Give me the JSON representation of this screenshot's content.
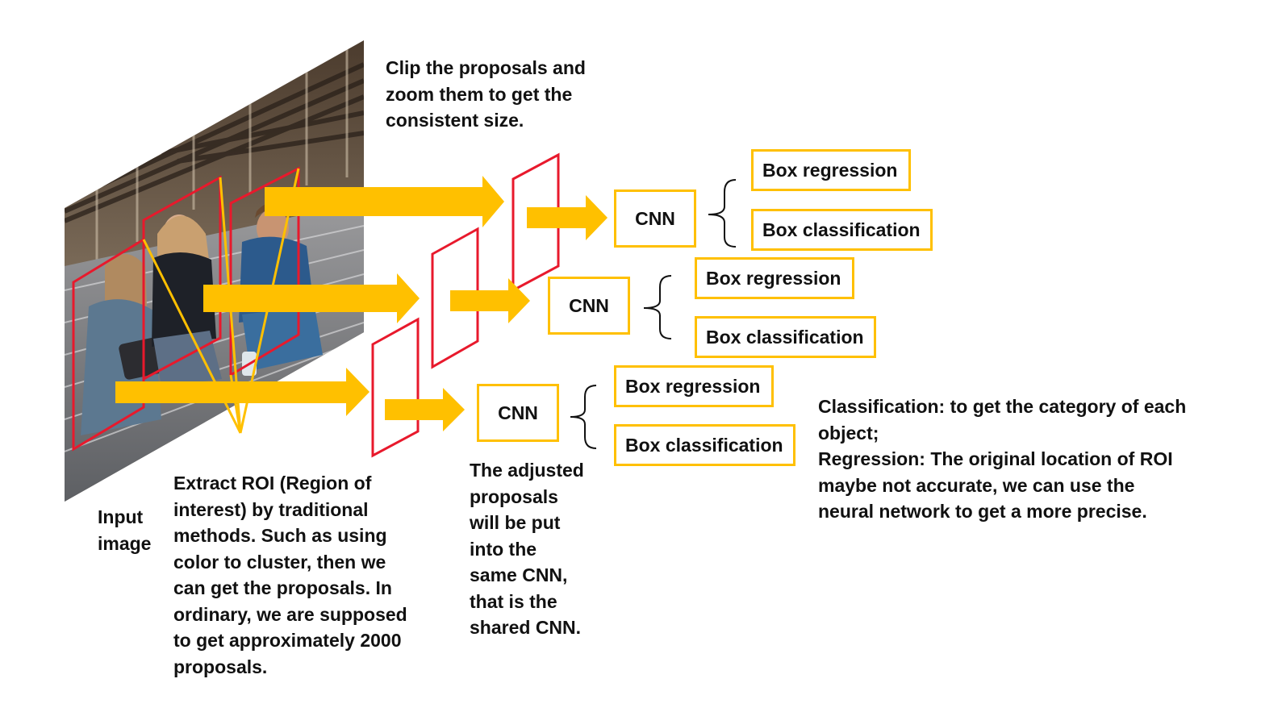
{
  "annotations": {
    "clip_note": [
      "Clip the proposals and",
      "zoom them to get the",
      "consistent size."
    ],
    "input_label": [
      "Input",
      "image"
    ],
    "roi_note": [
      "Extract ROI (Region of",
      "interest) by traditional",
      "methods. Such as using",
      "color to cluster, then we",
      "can get the proposals. In",
      "ordinary, we are supposed",
      "to get approximately 2000",
      "proposals."
    ],
    "shared_note": [
      "The adjusted",
      "proposals",
      "will be put",
      "into the",
      "same CNN,",
      "that is the",
      "shared CNN."
    ],
    "explain_note": [
      "Classification: to get the category of each",
      "object;",
      "Regression: The original location of ROI",
      "maybe not accurate, we can use the",
      "neural network to get a more precise."
    ]
  },
  "branches": [
    {
      "cnn": "CNN",
      "outputs": [
        "Box regression",
        "Box classification"
      ]
    },
    {
      "cnn": "CNN",
      "outputs": [
        "Box regression",
        "Box classification"
      ]
    },
    {
      "cnn": "CNN",
      "outputs": [
        "Box regression",
        "Box classification"
      ]
    }
  ],
  "colors": {
    "accent": "#ffc000",
    "proposal": "#e8192c",
    "text": "#111111"
  }
}
